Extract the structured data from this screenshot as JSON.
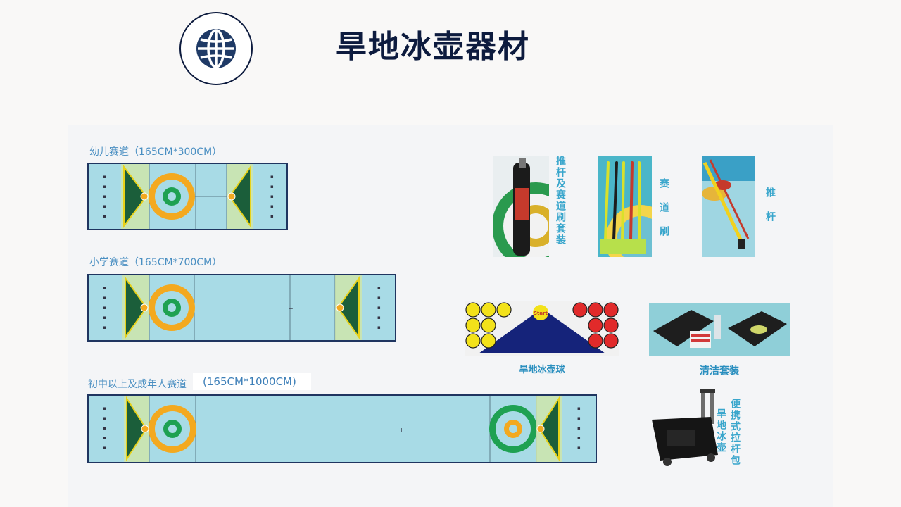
{
  "header": {
    "title": "旱地冰壶器材",
    "icon": "globe-icon"
  },
  "lanes": [
    {
      "label": "幼儿赛道（165CM*300CM）"
    },
    {
      "label": "小学赛道（165CM*700CM）"
    },
    {
      "label": "初中以上及成年人赛道",
      "dimension": "(165CM*1000CM)"
    }
  ],
  "equipment": {
    "push_kit": "推杆及赛道刷套装",
    "brush": "赛 道 刷",
    "pusher": "推 杆",
    "stones": "旱地冰壶球",
    "stones_start": "Start",
    "cleaning": "清洁套装",
    "bag_line1": "便携式拉杆包",
    "bag_line2": "旱地冰壶"
  },
  "colors": {
    "title": "#0d1b3e",
    "lane_surface": "#a8dbe6",
    "lane_border": "#1f3560",
    "house_outer": "#f3a91f",
    "house_inner": "#1ea152",
    "label_blue": "#39a6cc"
  }
}
